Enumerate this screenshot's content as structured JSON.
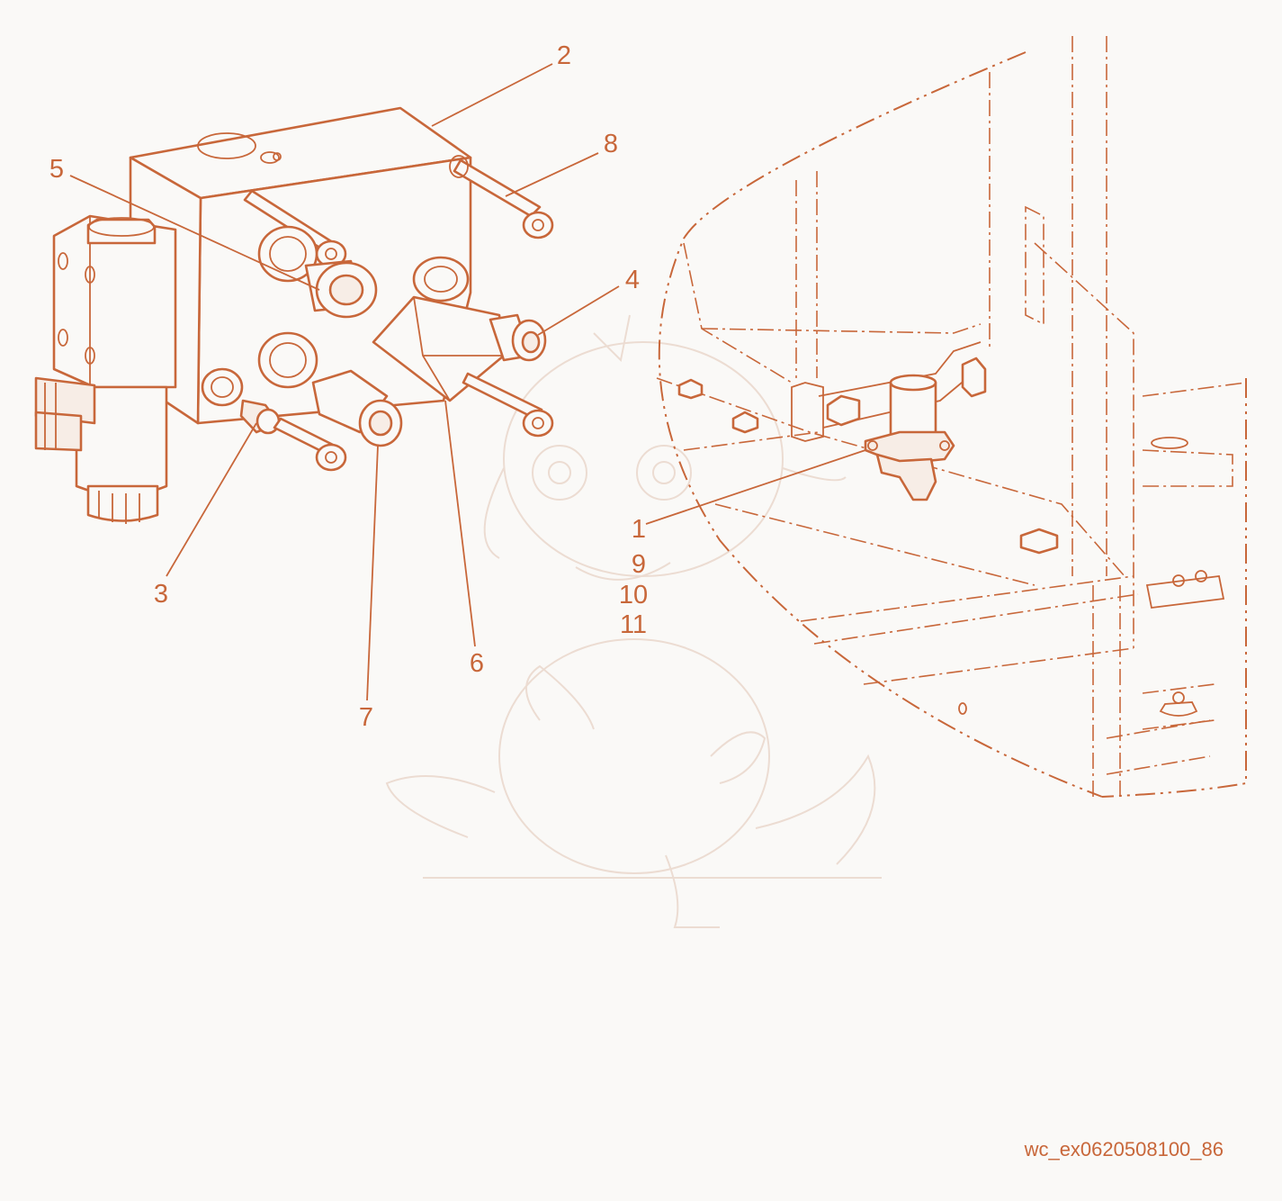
{
  "callouts": [
    {
      "id": "1",
      "label": "1"
    },
    {
      "id": "2",
      "label": "2"
    },
    {
      "id": "3",
      "label": "3"
    },
    {
      "id": "4",
      "label": "4"
    },
    {
      "id": "5",
      "label": "5"
    },
    {
      "id": "6",
      "label": "6"
    },
    {
      "id": "7",
      "label": "7"
    },
    {
      "id": "8",
      "label": "8"
    },
    {
      "id": "9",
      "label": "9"
    },
    {
      "id": "10",
      "label": "10"
    },
    {
      "id": "11",
      "label": "11"
    }
  ],
  "image_code": "wc_ex0620508100_86",
  "colors": {
    "line": "#c8673a",
    "background": "#faf9f7",
    "watermark": "#ecdcd2"
  }
}
